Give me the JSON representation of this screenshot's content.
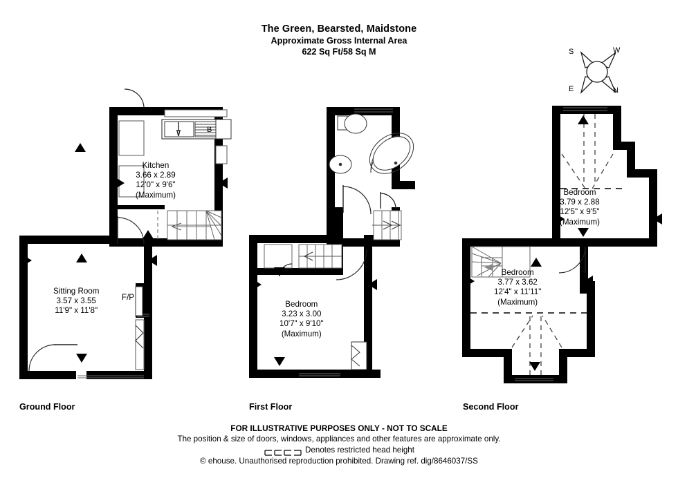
{
  "header": {
    "title": "The Green, Bearsted, Maidstone",
    "subtitle": "Approximate Gross Internal Area",
    "area": "622 Sq Ft/58 Sq M"
  },
  "compass": {
    "name": "compass-rose",
    "labels": {
      "top_left": "S",
      "top_right": "W",
      "bottom_left": "E",
      "bottom_right": "N"
    }
  },
  "floors": [
    {
      "id": "ground",
      "caption": "Ground Floor",
      "rooms": [
        {
          "name": "Kitchen",
          "metric": "3.66 x 2.89",
          "imperial": "12'0\" x 9'6\"",
          "note": "(Maximum)"
        },
        {
          "name": "Sitting Room",
          "metric": "3.57 x 3.55",
          "imperial": "11'9\" x 11'8\"",
          "note": ""
        }
      ],
      "annotations": [
        {
          "name": "fireplace-label",
          "text": "F/P"
        },
        {
          "name": "boiler-label",
          "text": "B"
        }
      ]
    },
    {
      "id": "first",
      "caption": "First Floor",
      "rooms": [
        {
          "name": "Bedroom",
          "metric": "3.23 x 3.00",
          "imperial": "10'7\" x 9'10\"",
          "note": "(Maximum)"
        }
      ],
      "annotations": []
    },
    {
      "id": "second",
      "caption": "Second Floor",
      "rooms": [
        {
          "name": "Bedroom",
          "metric": "3.79 x 2.88",
          "imperial": "12'5\" x 9'5\"",
          "note": "(Maximum)"
        },
        {
          "name": "Bedroom",
          "metric": "3.77 x 3.62",
          "imperial": "12'4\" x 11'11\"",
          "note": "(Maximum)"
        }
      ],
      "annotations": []
    }
  ],
  "footer": {
    "line1": "FOR ILLUSTRATIVE PURPOSES ONLY - NOT TO SCALE",
    "line2": "The position & size of doors, windows, appliances and other features are approximate only.",
    "line3": "Denotes restricted head height",
    "line4": "© ehouse. Unauthorised reproduction prohibited. Drawing ref. dig/8646037/SS"
  },
  "colors": {
    "wall": "#000000",
    "background": "#ffffff",
    "fixture_line": "#000000",
    "text": "#000000"
  }
}
